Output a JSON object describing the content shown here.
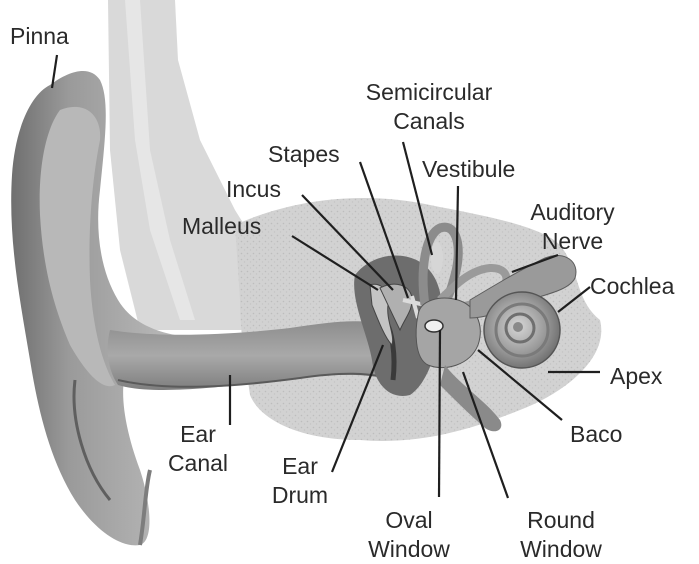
{
  "labels": {
    "pinna": "Pinna",
    "semicircular_canals": [
      "Semicircular",
      "Canals"
    ],
    "stapes": "Stapes",
    "vestibule": "Vestibule",
    "incus": "Incus",
    "malleus": "Malleus",
    "auditory_nerve": [
      "Auditory",
      "Nerve"
    ],
    "cochlea": "Cochlea",
    "apex": "Apex",
    "baco": "Baco",
    "ear_canal": [
      "Ear",
      "Canal"
    ],
    "ear_drum": [
      "Ear",
      "Drum"
    ],
    "oval_window": [
      "Oval",
      "Window"
    ],
    "round_window": [
      "Round",
      "Window"
    ]
  }
}
